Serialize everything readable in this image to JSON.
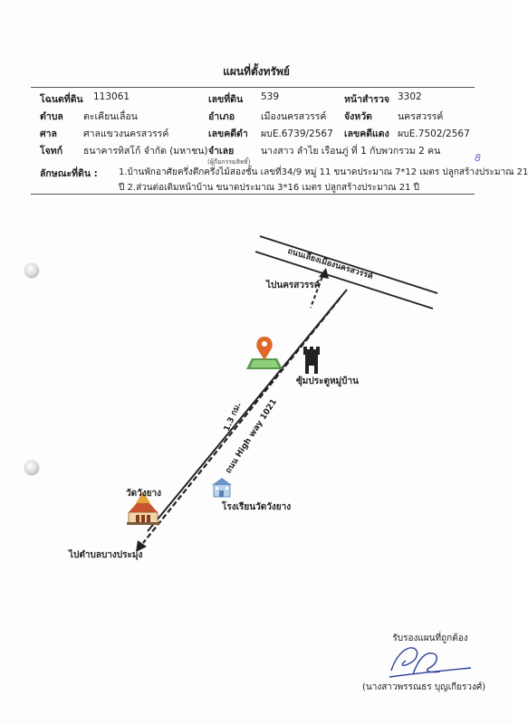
{
  "title": "แผนที่ตั้งทรัพย์",
  "fields": {
    "deed_label": "โฉนดที่ดิน",
    "deed_value": "113061",
    "land_no_label": "เลขที่ดิน",
    "land_no_value": "539",
    "survey_label": "หน้าสำรวจ",
    "survey_value": "3302",
    "subdistrict_label": "ตำบล",
    "subdistrict_value": "ตะเคียนเลื่อน",
    "district_label": "อำเภอ",
    "district_value": "เมืองนครสวรรค์",
    "province_label": "จังหวัด",
    "province_value": "นครสวรรค์",
    "court_label": "ศาล",
    "court_value": "ศาลแขวงนครสวรรค์",
    "black_case_label": "เลขคดีดำ",
    "black_case_value": "ผบE.6739/2567",
    "red_case_label": "เลขคดีแดง",
    "red_case_value": "ผบE.7502/2567",
    "plaintiff_label": "โจทก์",
    "plaintiff_value": "ธนาคารทิสโก้ จำกัด (มหาชน)",
    "defendant_label": "จำเลย",
    "defendant_value": "นางสาว ลำไย เรือนภู่ ที่ 1 กับพวกรวม 2 คน",
    "owner_note": "(ผู้ถือกรรมสิทธิ์)",
    "desc_label": "ลักษณะที่ดิน :",
    "desc_line1": "1.บ้านพักอาศัยครึ่งตึกครึ่งไม้สองชั้น เลขที่34/9 หมู่ 11 ขนาดประมาณ 7*12 เมตร ปลูกสร้างประมาณ 21",
    "desc_line2": "ปี 2.ส่วนต่อเติมหน้าบ้าน ขนาดประมาณ 3*16 เมตร ปลูกสร้างประมาณ 21 ปี",
    "margin_mark": "8"
  },
  "map": {
    "bypass_road": "ถนนเลี่ยงเมืองนครสวรรค์",
    "to_nakhon_sawan": "ไปนครสวรรค์",
    "village_gate": "ซุ้มประตูหมู่บ้าน",
    "highway": "ถนน High way 1021",
    "distance": "1.3 กม.",
    "temple": "วัดวังยาง",
    "school": "โรงเรียนวัดวังยาง",
    "to_bang_prachum": "ไปตำบลบางประมุง",
    "icons": {
      "property": "location-pin-icon",
      "gate": "gate-tower-icon",
      "temple": "temple-icon",
      "school": "school-icon"
    },
    "colors": {
      "pin": "#e0682a",
      "land": "#5a9a4c",
      "arrow": "#222222"
    }
  },
  "signature": {
    "certify": "รับรองแผนที่ถูกต้อง",
    "name": "(นางสาวพรรณธร บุญเกียรวงศ์)"
  }
}
